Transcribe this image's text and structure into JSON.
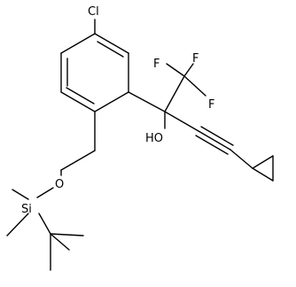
{
  "molecule": {
    "atom_labels": {
      "chlorine": "Cl",
      "fluorine_top_left": "F",
      "fluorine_top_right": "F",
      "fluorine_right": "F",
      "hydroxyl": "HO",
      "ether_oxygen": "O",
      "silicon": "Si"
    }
  }
}
